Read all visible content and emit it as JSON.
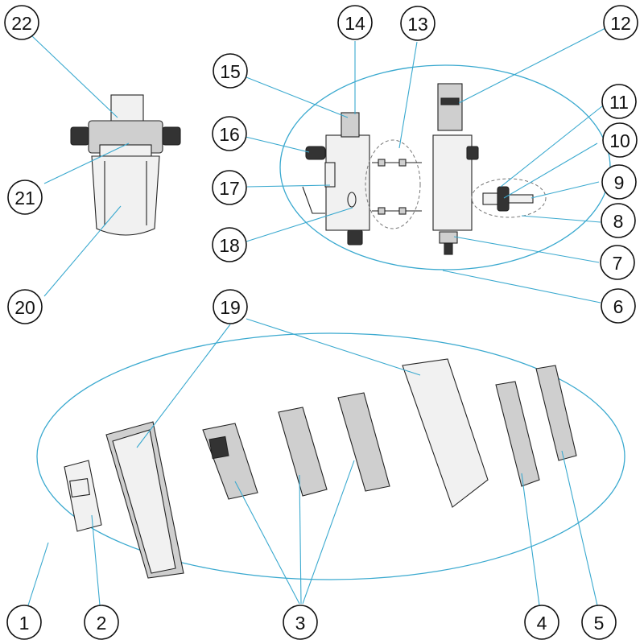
{
  "callouts": [
    {
      "id": "c22",
      "label": "22"
    },
    {
      "id": "c14",
      "label": "14"
    },
    {
      "id": "c13",
      "label": "13"
    },
    {
      "id": "c12",
      "label": "12"
    },
    {
      "id": "c15",
      "label": "15"
    },
    {
      "id": "c11",
      "label": "11"
    },
    {
      "id": "c16",
      "label": "16"
    },
    {
      "id": "c10",
      "label": "10"
    },
    {
      "id": "c9",
      "label": "9"
    },
    {
      "id": "c17",
      "label": "17"
    },
    {
      "id": "c21",
      "label": "21"
    },
    {
      "id": "c8",
      "label": "8"
    },
    {
      "id": "c18",
      "label": "18"
    },
    {
      "id": "c7",
      "label": "7"
    },
    {
      "id": "c20",
      "label": "20"
    },
    {
      "id": "c6",
      "label": "6"
    },
    {
      "id": "c19",
      "label": "19"
    },
    {
      "id": "c1",
      "label": "1"
    },
    {
      "id": "c2",
      "label": "2"
    },
    {
      "id": "c3",
      "label": "3"
    },
    {
      "id": "c4",
      "label": "4"
    },
    {
      "id": "c5",
      "label": "5"
    }
  ],
  "colors": {
    "leader": "#3aa9cf",
    "outline": "#111111"
  }
}
